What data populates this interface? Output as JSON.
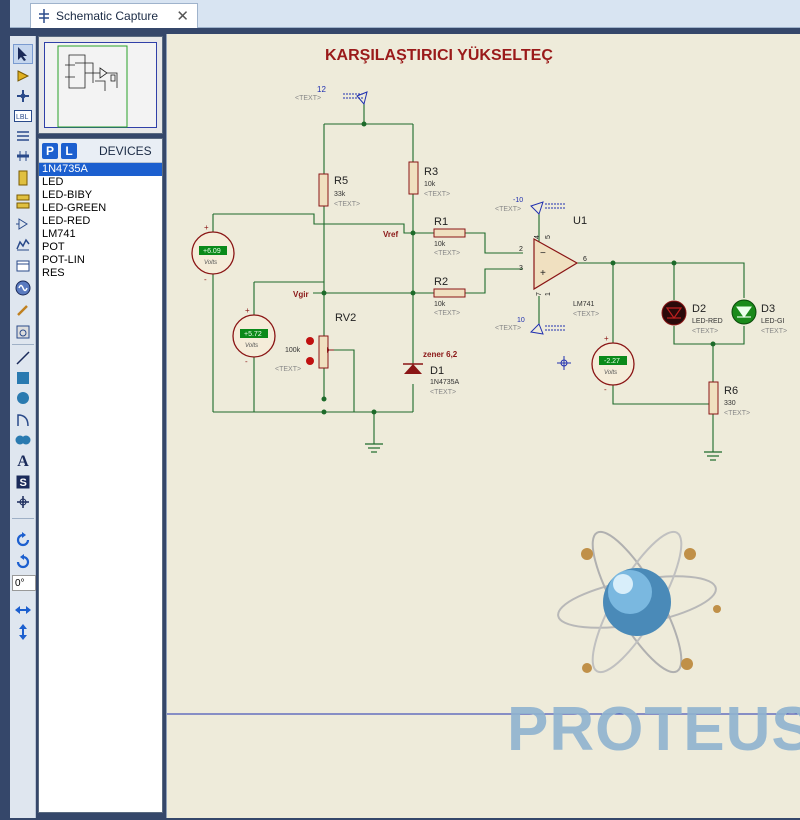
{
  "window": {
    "tab_title": "Schematic Capture",
    "close_glyph": "✕"
  },
  "toolbar": {
    "angle_value": "0°",
    "tools": [
      {
        "name": "selection-tool-icon"
      },
      {
        "name": "component-mode-icon"
      },
      {
        "name": "junction-dot-icon"
      },
      {
        "name": "wire-label-icon",
        "label": "LBL"
      },
      {
        "name": "text-script-icon"
      },
      {
        "name": "bus-icon"
      },
      {
        "name": "subcircuit-icon"
      },
      {
        "name": "terminals-icon"
      },
      {
        "name": "device-pins-icon"
      },
      {
        "name": "graph-icon"
      },
      {
        "name": "tape-recorder-icon"
      },
      {
        "name": "generator-icon"
      },
      {
        "name": "voltage-probe-icon"
      },
      {
        "name": "virtual-instruments-icon"
      },
      {
        "name": "line-icon"
      },
      {
        "name": "box-icon"
      },
      {
        "name": "circle-icon"
      },
      {
        "name": "arc-icon"
      },
      {
        "name": "path-icon"
      },
      {
        "name": "text-icon",
        "label": "A"
      },
      {
        "name": "symbol-icon",
        "label": "S"
      },
      {
        "name": "marker-icon"
      },
      {
        "name": "rotate-cw-icon"
      },
      {
        "name": "rotate-ccw-icon"
      },
      {
        "name": "mirror-x-icon"
      },
      {
        "name": "mirror-y-icon"
      }
    ]
  },
  "devices": {
    "p_button": "P",
    "l_button": "L",
    "title": "DEVICES",
    "items": [
      "1N4735A",
      "LED",
      "LED-BIBY",
      "LED-GREEN",
      "LED-RED",
      "LM741",
      "POT",
      "POT-LIN",
      "RES"
    ],
    "selected_index": 0
  },
  "schematic": {
    "title": "KARŞILAŞTIRICI YÜKSELTEÇ",
    "text_placeholder": "<TEXT>",
    "supply_pos": "12",
    "vcc_opamp": "-10",
    "vee_opamp": "10",
    "net_vref": "Vref",
    "net_vgir": "Vgir",
    "r5": {
      "ref": "R5",
      "value": "33k"
    },
    "r3": {
      "ref": "R3",
      "value": "10k"
    },
    "r1": {
      "ref": "R1",
      "value": "10k"
    },
    "r2": {
      "ref": "R2",
      "value": "10k"
    },
    "r6": {
      "ref": "R6",
      "value": "330"
    },
    "rv2": {
      "ref": "RV2",
      "value": "100k"
    },
    "d1": {
      "ref": "D1",
      "value": "1N4735A",
      "note": "zener 6,2"
    },
    "d2": {
      "ref": "D2",
      "value": "LED-RED"
    },
    "d3": {
      "ref": "D3",
      "value": "LED-GI"
    },
    "u1": {
      "ref": "U1",
      "value": "LM741",
      "pin2": "2",
      "pin3": "3",
      "pin4": "4",
      "pin5": "5",
      "pin6": "6",
      "pin7": "7",
      "pin1": "1"
    },
    "meters": [
      {
        "reading": "+6.09",
        "unit": "Volts"
      },
      {
        "reading": "+5.72",
        "unit": "Volts"
      },
      {
        "reading": "-2.27",
        "unit": "Volts"
      }
    ],
    "watermark": "PROTEUS"
  },
  "colors": {
    "wire": "#1d6a2a",
    "component": "#8a1515",
    "label_blue": "#2030b0",
    "canvas_bg": "#eeebda",
    "meter_display": "#0b8a1a"
  }
}
